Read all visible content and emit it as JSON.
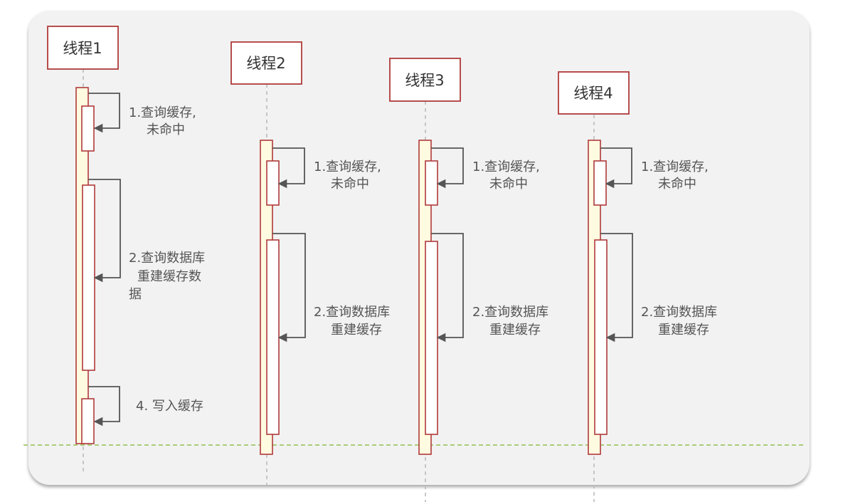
{
  "threads": [
    {
      "name": "线程1",
      "steps": [
        "1.查询缓存,",
        "未命中",
        "2.查询数据库",
        "重建缓存数",
        "据",
        "4. 写入缓存"
      ]
    },
    {
      "name": "线程2",
      "steps": [
        "1.查询缓存,",
        "未命中",
        "2.查询数据库",
        "重建缓存"
      ]
    },
    {
      "name": "线程3",
      "steps": [
        "1.查询缓存,",
        "未命中",
        "2.查询数据库",
        "重建缓存"
      ]
    },
    {
      "name": "线程4",
      "steps": [
        "1.查询缓存,",
        "未命中",
        "2.查询数据库",
        "重建缓存"
      ]
    }
  ],
  "colors": {
    "box_border": "#b03a3a",
    "activation_fill": "#fffbe0",
    "message_line": "#555555",
    "lifeline": "#bbbbbb",
    "time_marker": "#92c050"
  }
}
